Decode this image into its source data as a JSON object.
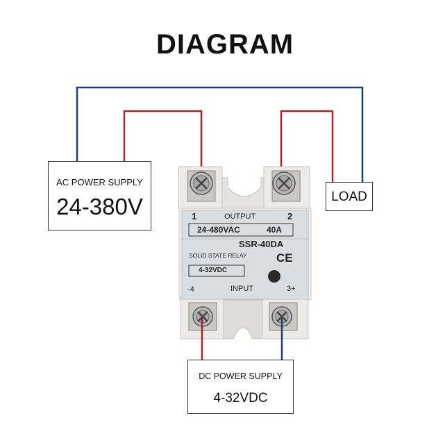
{
  "title": "DIAGRAM",
  "ac_supply": {
    "label": "AC POWER SUPPLY",
    "voltage": "24-380V"
  },
  "load": {
    "label": "LOAD"
  },
  "dc_supply": {
    "label": "DC POWER SUPPLY",
    "voltage": "4-32VDC"
  },
  "relay": {
    "terminal_1": "1",
    "output_label": "OUTPUT",
    "terminal_2": "2",
    "rating": "24-480VAC",
    "current": "40A",
    "model": "SSR-40DA",
    "description": "SOLID STATE RELAY",
    "input_range": "4-32VDC",
    "terminal_4": "-4",
    "input_label": "INPUT",
    "terminal_3": "3+",
    "ce_mark": "CE"
  },
  "colors": {
    "red_wire": "#b0202a",
    "blue_wire": "#1f3f6a",
    "housing": "#ecebe8",
    "label_plate": "#d8dde3"
  }
}
